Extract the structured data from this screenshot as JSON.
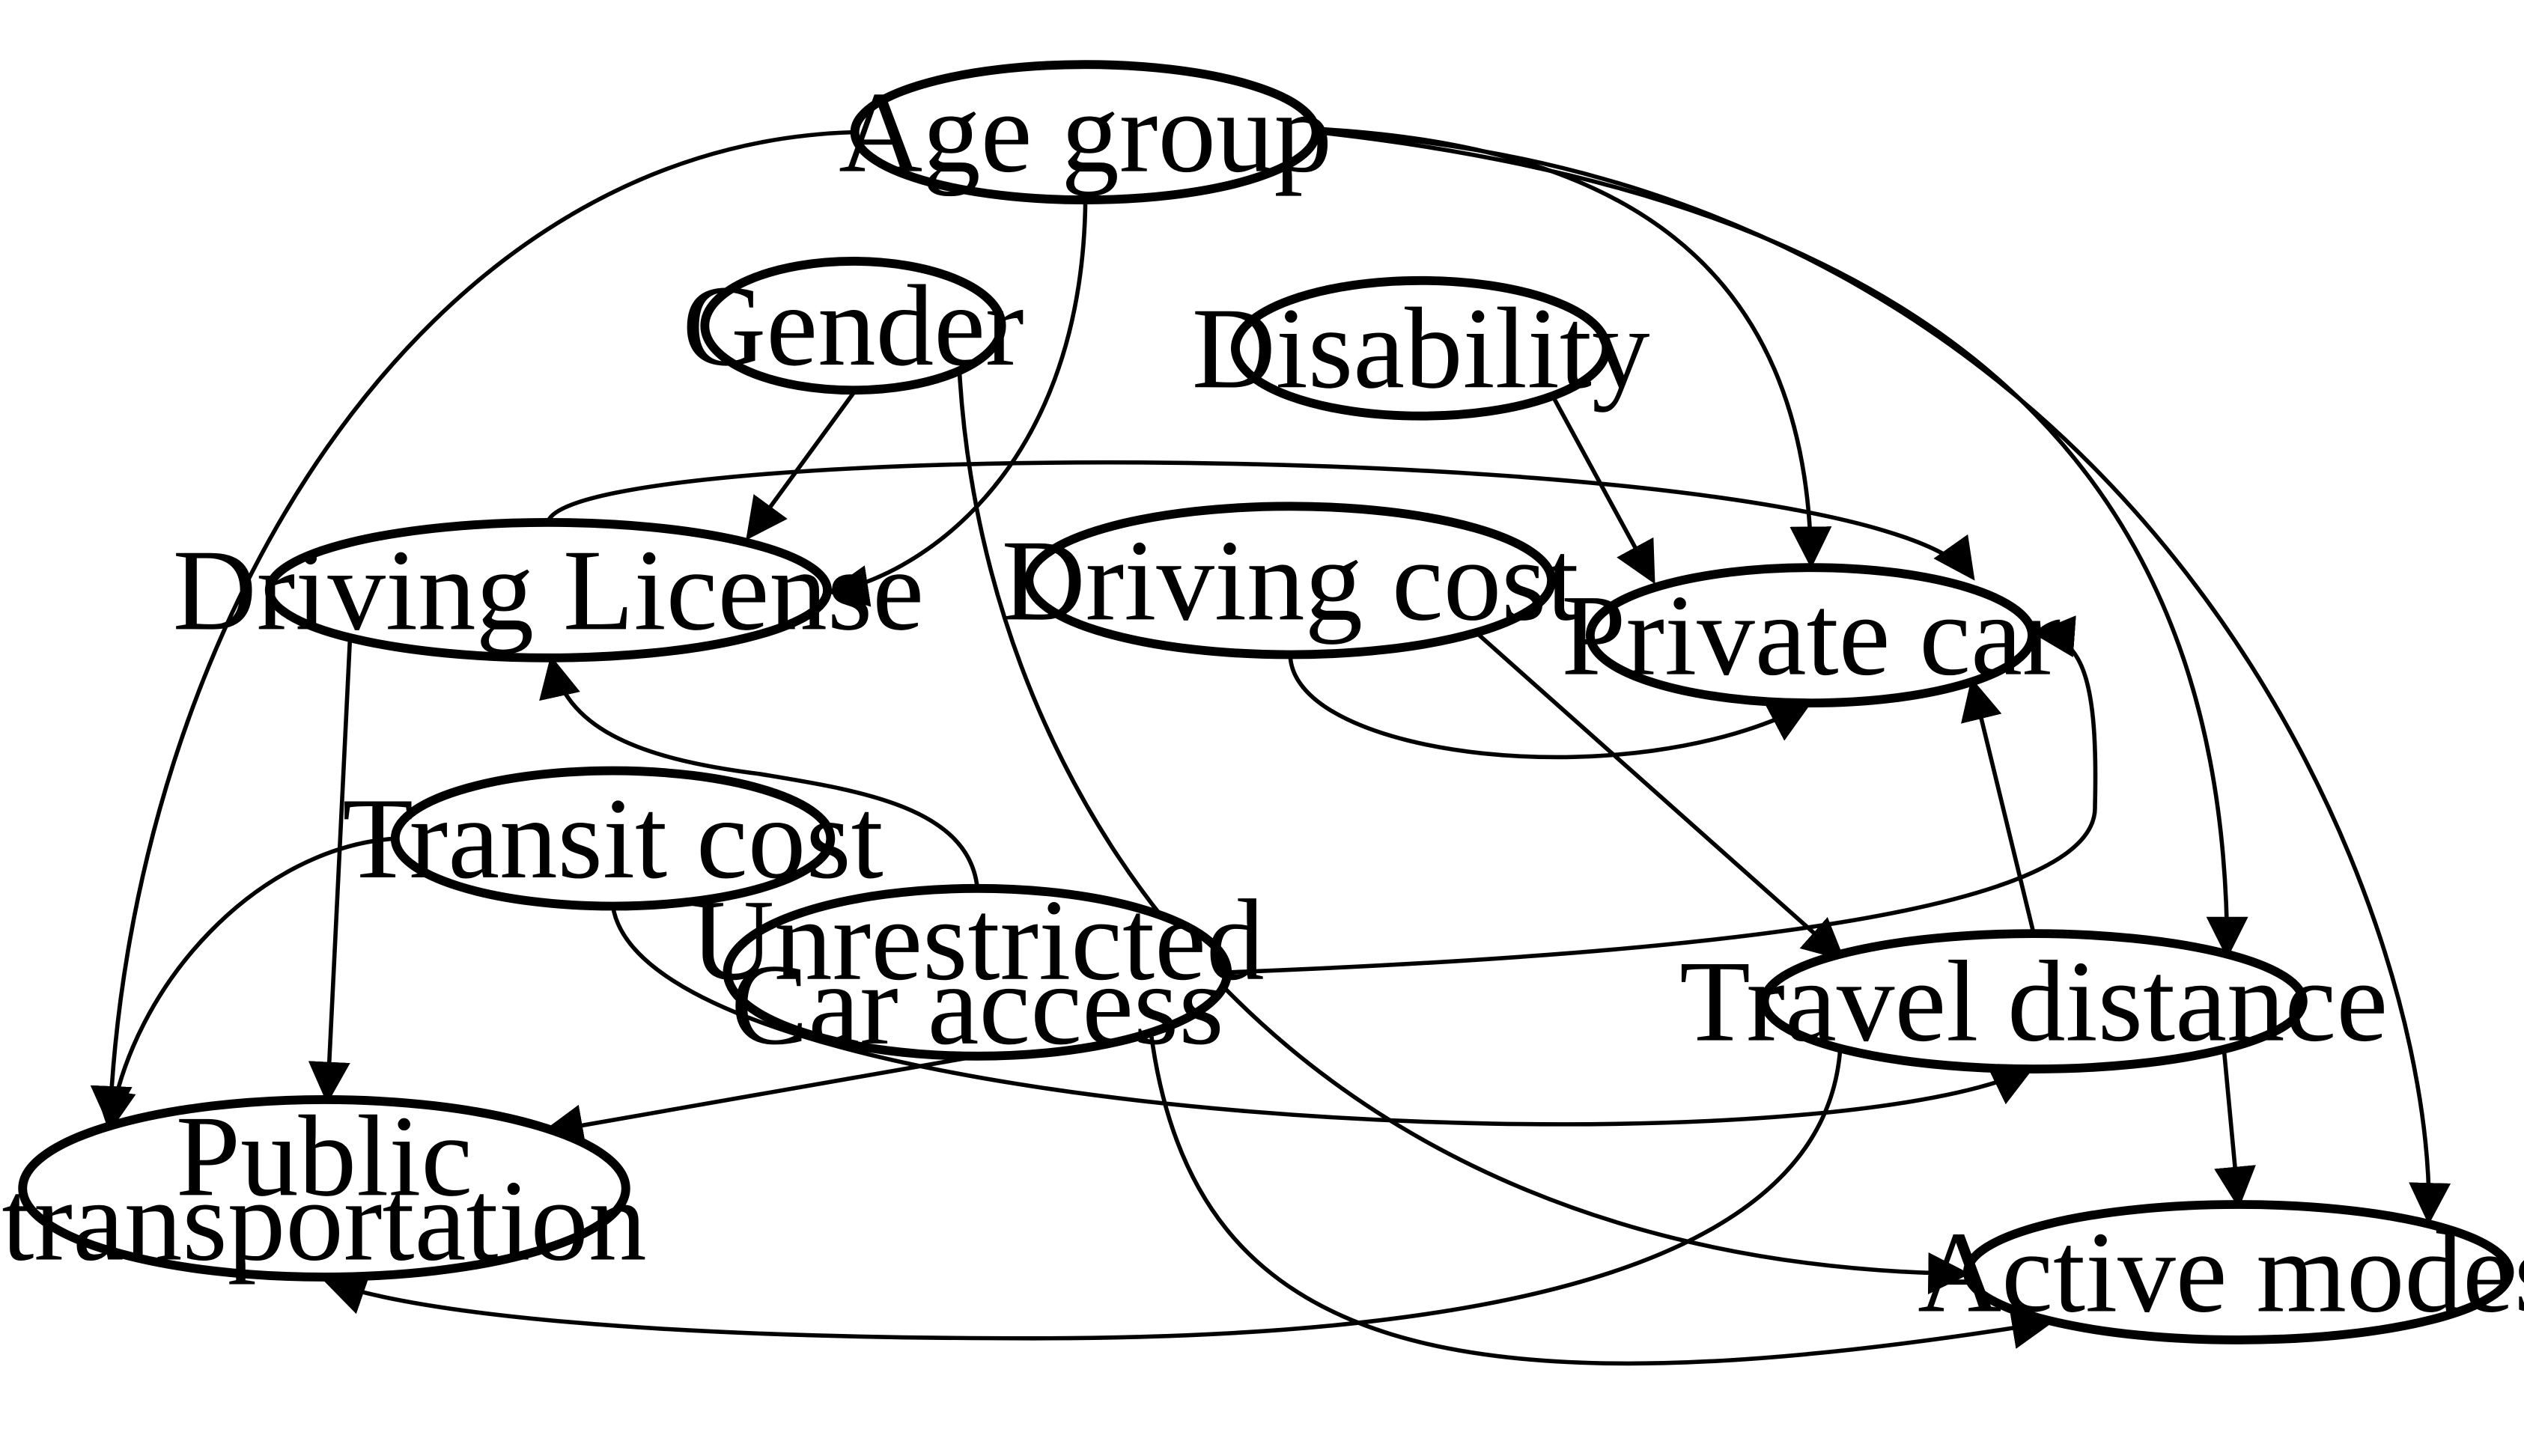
{
  "diagram": {
    "type": "directed-graph",
    "nodes": [
      {
        "id": "age",
        "label_lines": [
          "Age group"
        ]
      },
      {
        "id": "gender",
        "label_lines": [
          "Gender"
        ]
      },
      {
        "id": "disability",
        "label_lines": [
          "Disability"
        ]
      },
      {
        "id": "license",
        "label_lines": [
          "Driving License"
        ]
      },
      {
        "id": "drivecost",
        "label_lines": [
          "Driving cost"
        ]
      },
      {
        "id": "privatecar",
        "label_lines": [
          "Private car"
        ]
      },
      {
        "id": "transitcost",
        "label_lines": [
          "Transit cost"
        ]
      },
      {
        "id": "caraccess",
        "label_lines": [
          "Unrestricted",
          "Car access"
        ]
      },
      {
        "id": "distance",
        "label_lines": [
          "Travel distance"
        ]
      },
      {
        "id": "public",
        "label_lines": [
          "Public",
          "transportation"
        ]
      },
      {
        "id": "active",
        "label_lines": [
          "Active modes"
        ]
      }
    ],
    "edges": [
      {
        "from": "age",
        "to": "public"
      },
      {
        "from": "age",
        "to": "license"
      },
      {
        "from": "age",
        "to": "privatecar"
      },
      {
        "from": "age",
        "to": "distance"
      },
      {
        "from": "age",
        "to": "active"
      },
      {
        "from": "gender",
        "to": "license"
      },
      {
        "from": "gender",
        "to": "active"
      },
      {
        "from": "disability",
        "to": "privatecar"
      },
      {
        "from": "license",
        "to": "privatecar"
      },
      {
        "from": "license",
        "to": "public"
      },
      {
        "from": "drivecost",
        "to": "privatecar"
      },
      {
        "from": "drivecost",
        "to": "distance"
      },
      {
        "from": "transitcost",
        "to": "public"
      },
      {
        "from": "transitcost",
        "to": "distance"
      },
      {
        "from": "caraccess",
        "to": "license"
      },
      {
        "from": "caraccess",
        "to": "privatecar"
      },
      {
        "from": "caraccess",
        "to": "public"
      },
      {
        "from": "caraccess",
        "to": "active"
      },
      {
        "from": "distance",
        "to": "privatecar"
      },
      {
        "from": "distance",
        "to": "public"
      },
      {
        "from": "distance",
        "to": "active"
      }
    ]
  }
}
